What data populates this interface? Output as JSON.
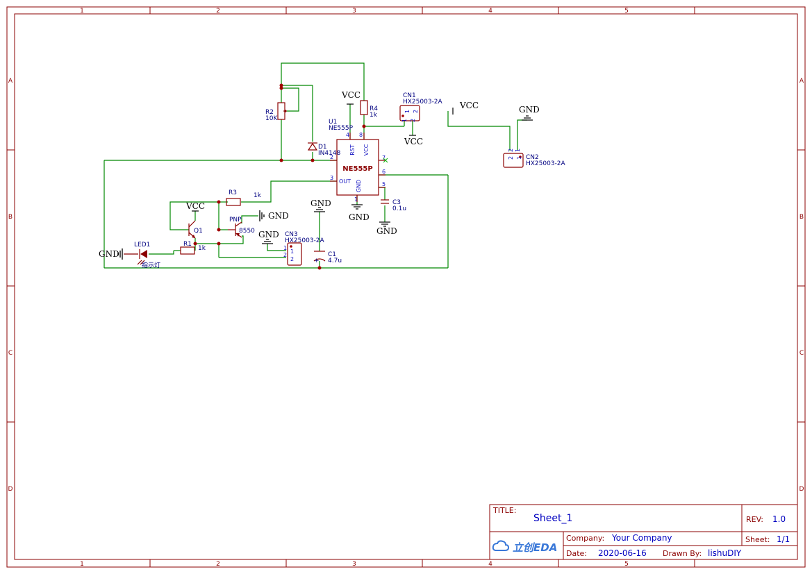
{
  "zones": {
    "columns": [
      "1",
      "2",
      "3",
      "4",
      "5"
    ],
    "rows": [
      "A",
      "B",
      "C",
      "D"
    ]
  },
  "nets": {
    "vcc": "VCC",
    "gnd": "GND"
  },
  "components": {
    "u1": {
      "ref": "U1",
      "value": "NE555P",
      "body_label": "NE555P",
      "pins": {
        "rst": "RST",
        "vcc": "VCC",
        "out": "OUT",
        "gnd": "GND",
        "p1": "1",
        "p2": "2",
        "p3": "3",
        "p4": "4",
        "p5": "5",
        "p6": "6",
        "p7": "7",
        "p8": "8"
      }
    },
    "r2": {
      "ref": "R2",
      "value": "10K"
    },
    "r4": {
      "ref": "R4",
      "value": "1k"
    },
    "r3": {
      "ref": "R3",
      "value": "1k"
    },
    "r1": {
      "ref": "R1",
      "value": "1k"
    },
    "d1": {
      "ref": "D1",
      "value": "IN4148"
    },
    "c1": {
      "ref": "C1",
      "value": "4.7u",
      "plus": "+"
    },
    "c3": {
      "ref": "C3",
      "value": "0.1u"
    },
    "q1": {
      "ref": "Q1"
    },
    "pnp": {
      "ref": "PNP",
      "value": "8550"
    },
    "led1": {
      "ref": "LED1",
      "value": "指示灯"
    },
    "cn1": {
      "ref": "CN1",
      "value": "HX25003-2A",
      "pin1": "1",
      "pin2": "2"
    },
    "cn2": {
      "ref": "CN2",
      "value": "HX25003-2A",
      "pin1": "1",
      "pin2": "2"
    },
    "cn3": {
      "ref": "CN3",
      "value": "HX25003-2A",
      "pin1": "1",
      "pin2": "2"
    }
  },
  "title_block": {
    "title_label": "TITLE:",
    "title": "Sheet_1",
    "rev_label": "REV:",
    "rev": "1.0",
    "company_label": "Company:",
    "company": "Your Company",
    "sheet_label": "Sheet:",
    "sheet": "1/1",
    "date_label": "Date:",
    "date": "2020-06-16",
    "drawn_label": "Drawn By:",
    "drawn_by": "lishuDIY",
    "logo_text": "立创EDA"
  },
  "colors": {
    "frame": "#8b0000",
    "wire": "#008800",
    "label": "#000080",
    "pin_number": "#1010c0",
    "title_value": "#0000c0",
    "logo": "#3a78d8"
  }
}
